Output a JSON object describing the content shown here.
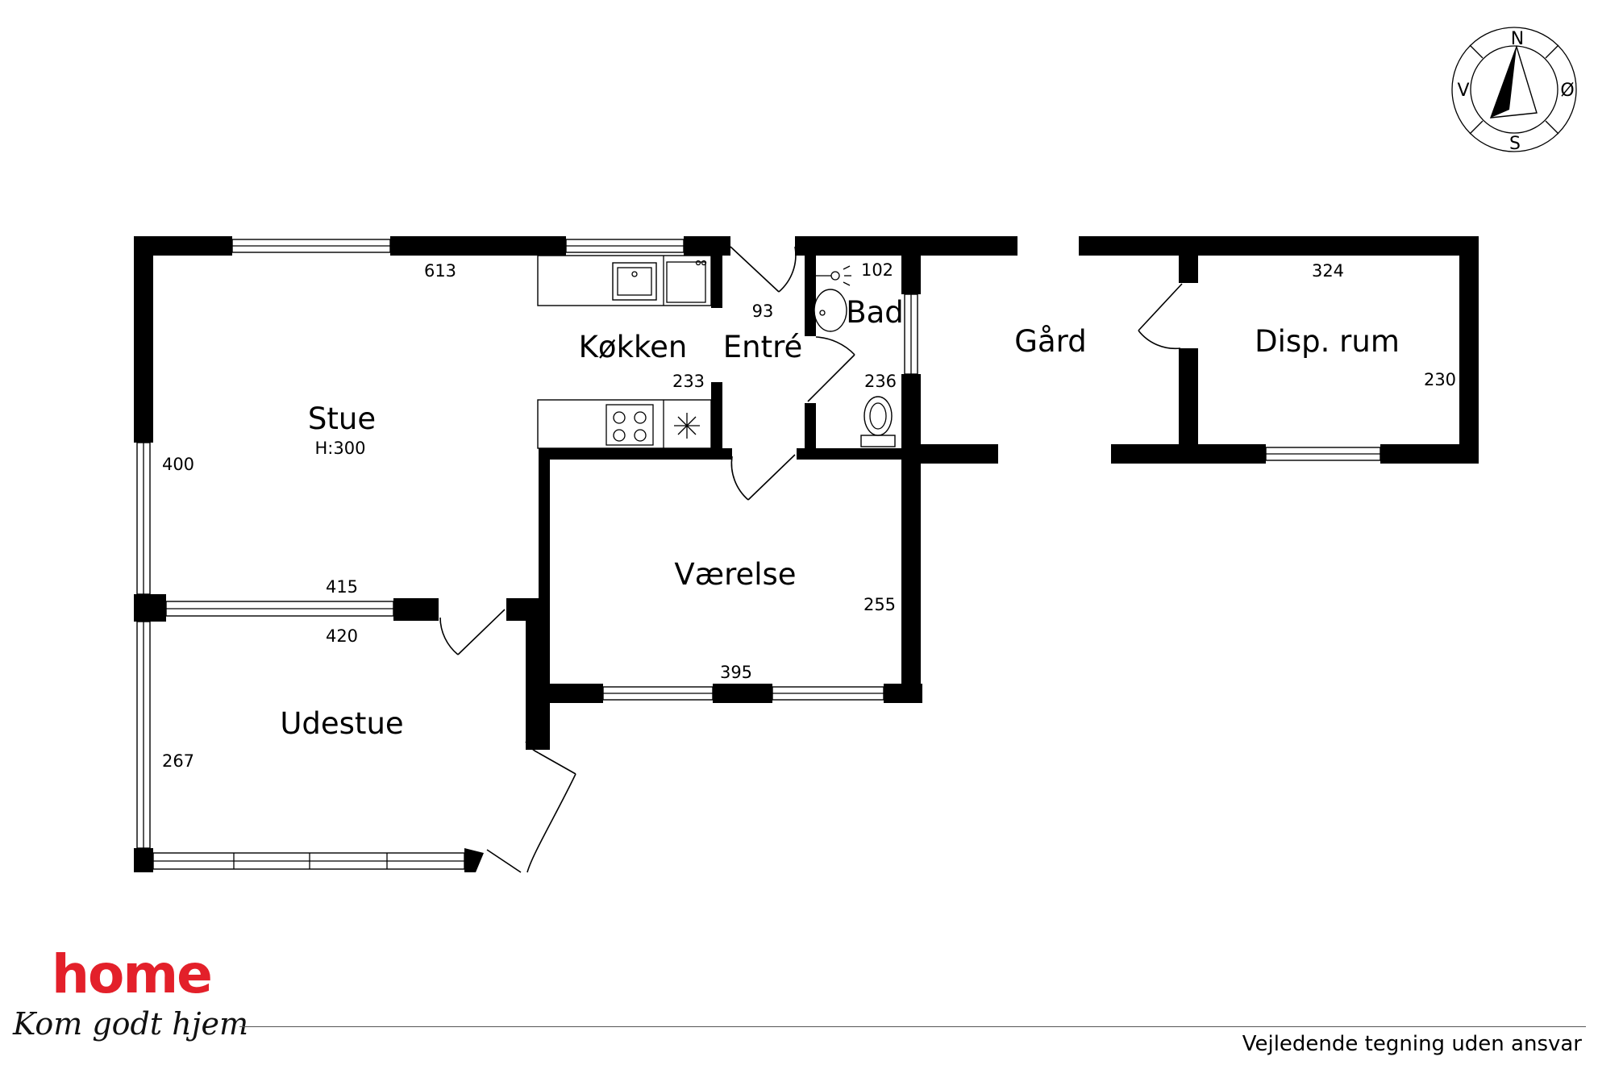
{
  "rooms": {
    "stue": "Stue",
    "stue_height": "H:300",
    "kokken": "Køkken",
    "entre": "Entré",
    "bad": "Bad",
    "gard": "Gård",
    "disp_rum": "Disp. rum",
    "vaerelse": "Værelse",
    "udestue": "Udestue"
  },
  "dimensions": {
    "stue_top": "613",
    "stue_left": "400",
    "stue_bottom": "415",
    "kokken_depth": "233",
    "entre_width": "93",
    "bad_top": "102",
    "bad_side": "236",
    "disp_top": "324",
    "disp_right": "230",
    "vaerelse_bottom": "395",
    "vaerelse_right": "255",
    "udestue_top": "420",
    "udestue_left": "267"
  },
  "compass": {
    "north": "N",
    "south": "S",
    "east": "Ø",
    "west": "V"
  },
  "brand": {
    "name": "home",
    "tagline": "Kom godt hjem",
    "color": "#e3202a"
  },
  "footer": {
    "disclaimer": "Vejledende tegning uden ansvar"
  }
}
